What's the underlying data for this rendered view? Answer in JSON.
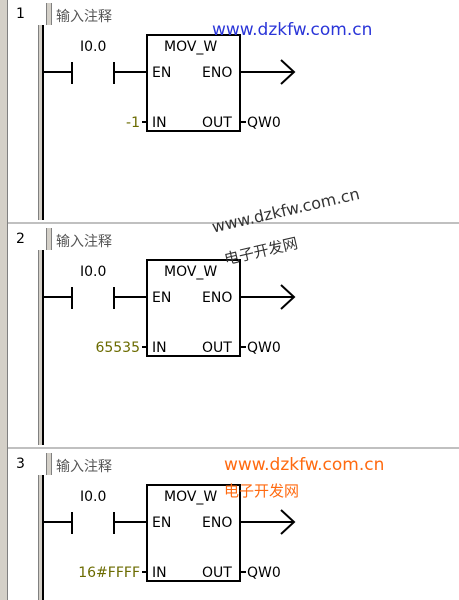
{
  "networks": [
    {
      "number": "1",
      "comment": "输入注释",
      "contact": "I0.0",
      "box_title": "MOV_W",
      "pin_en": "EN",
      "pin_eno": "ENO",
      "pin_in": "IN",
      "pin_out": "OUT",
      "in_value": "-1",
      "out_value": "QW0"
    },
    {
      "number": "2",
      "comment": "输入注释",
      "contact": "I0.0",
      "box_title": "MOV_W",
      "pin_en": "EN",
      "pin_eno": "ENO",
      "pin_in": "IN",
      "pin_out": "OUT",
      "in_value": "65535",
      "out_value": "QW0"
    },
    {
      "number": "3",
      "comment": "输入注释",
      "contact": "I0.0",
      "box_title": "MOV_W",
      "pin_en": "EN",
      "pin_eno": "ENO",
      "pin_in": "IN",
      "pin_out": "OUT",
      "in_value": "16#FFFF",
      "out_value": "QW0"
    }
  ],
  "watermarks": [
    {
      "text": "www.dzkfw.com.cn"
    },
    {
      "text": "www.dzkfw.com.cn"
    },
    {
      "text": "电子开发网"
    },
    {
      "text": "www.dzkfw.com.cn"
    },
    {
      "text": "电子开发网"
    }
  ],
  "colors": {
    "text": "#000000",
    "comment": "#555555",
    "operand": "#6b6b00",
    "watermark_blue": "#2a35d8",
    "watermark_orange": "#ff6a10"
  }
}
